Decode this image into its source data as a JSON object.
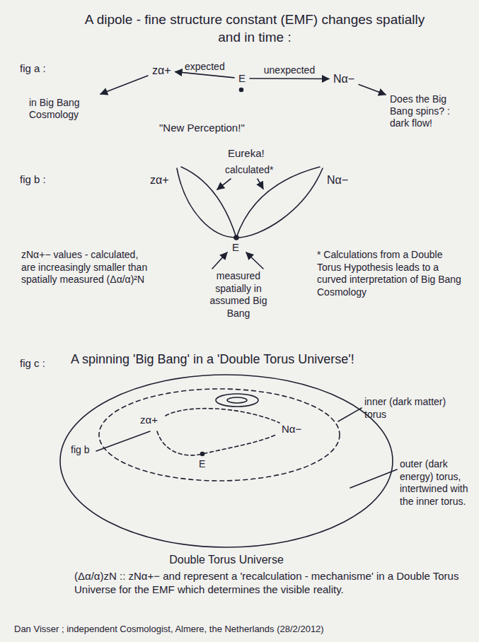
{
  "diagram": {
    "title": "A dipole - fine structure constant (EMF) changes spatially and in time :",
    "nodes": [
      {
        "text": [
          "zα+"
        ]
      },
      {
        "text": [
          "E"
        ]
      },
      {
        "text": [
          "Nα−"
        ]
      },
      {
        "text": [
          "in Big Bang Cosmology"
        ]
      },
      {
        "text": [
          "Does the Big Bang spins? : dark flow!"
        ]
      }
    ],
    "edges": [
      {
        "from": 1,
        "to": 0,
        "label": "expected",
        "arrow": "to"
      },
      {
        "from": 1,
        "to": 2,
        "label": "unexpected",
        "arrow": "to"
      },
      {
        "from": 0,
        "to": 3,
        "arrow": "to"
      },
      {
        "from": 2,
        "to": 4,
        "arrow": "to"
      }
    ],
    "labels": [
      "fig a :",
      "\"New Perception!\"",
      "fig b :",
      "zα+",
      "Eureka!",
      "calculated*",
      "Nα−",
      "E",
      "zNα+− values - calculated, are increasingly smaller than spatially measured (Δα/α)²N",
      "measured spatially in assumed Big Bang",
      "* Calculations from a Double Torus Hypothesis leads to a curved interpretation of Big Bang Cosmology",
      "fig c :",
      "A spinning 'Big Bang' in a 'Double Torus Universe'!",
      "zα+",
      "Nα−",
      "E",
      "fig b",
      "inner (dark matter) torus",
      "outer (dark energy) torus, intertwined with the inner torus.",
      "Double Torus Universe",
      "(Δα/α)zN :: zNα+− and represent a 'recalculation - mechanisme' in a Double Torus Universe for the EMF which determines the visible reality.",
      "Dan Visser ; independent Cosmologist, Almere, the Netherlands (28/2/2012)"
    ]
  }
}
